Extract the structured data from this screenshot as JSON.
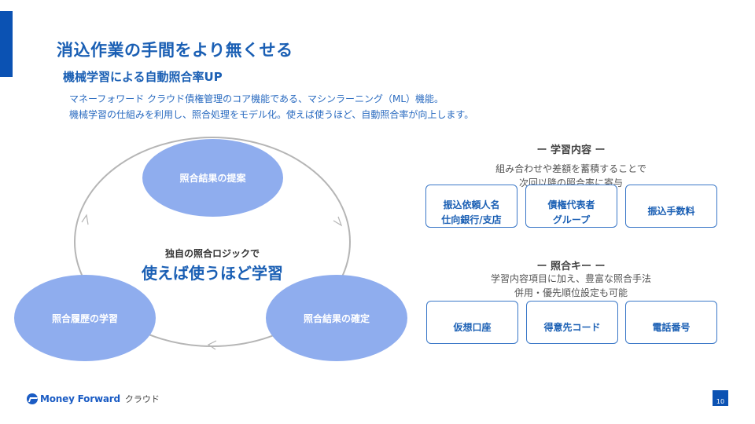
{
  "header": {
    "title": "消込作業の手間をより無くせる",
    "subtitle": "機械学習による自動照合率UP",
    "description": [
      "マネーフォワード クラウド債権管理のコア機能である、マシンラーニング（ML）機能。",
      "機械学習の仕組みを利用し、照合処理をモデル化。使えば使うほど、自動照合率が向上します。"
    ]
  },
  "cycle": {
    "nodes": {
      "top": "照合結果の提案",
      "right": "照合結果の確定",
      "left": "照合履歴の学習"
    },
    "center_small": "独自の照合ロジックで",
    "center_big": "使えば使うほど学習",
    "colors": {
      "node": "#8fadee",
      "arrow": "#b5b5b5"
    }
  },
  "learning": {
    "title": "ー 学習内容 ー",
    "description": [
      "組み合わせや差額を蓄積することで",
      "次回以降の照合率に寄与"
    ],
    "items": [
      {
        "line1": "振込依頼人名",
        "line2": "仕向銀行/支店"
      },
      {
        "line1": "債権代表者",
        "line2": "グループ"
      },
      {
        "line1": "振込手数料",
        "line2": ""
      }
    ]
  },
  "matching_keys": {
    "title": "ー 照合キー ー",
    "description": [
      "学習内容項目に加え、豊富な照合手法",
      "併用・優先順位設定も可能"
    ],
    "items": [
      "仮想口座",
      "得意先コード",
      "電話番号"
    ]
  },
  "footer": {
    "logo_text": "Money Forward",
    "logo_sub": "クラウド",
    "page_number": "10"
  },
  "colors": {
    "accent": "#0b52b3",
    "brand_text": "#1a5fb4"
  }
}
